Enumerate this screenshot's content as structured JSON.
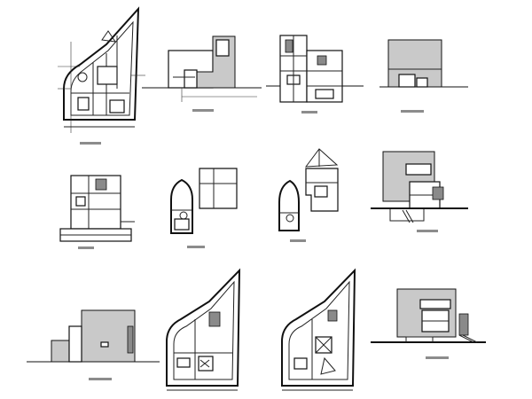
{
  "sheet": {
    "drawings": [
      {
        "id": "plan-level-3",
        "kind": "plan"
      },
      {
        "id": "elevation-1",
        "kind": "elevation"
      },
      {
        "id": "section-1",
        "kind": "section"
      },
      {
        "id": "elevation-2",
        "kind": "elevation"
      },
      {
        "id": "section-2",
        "kind": "section"
      },
      {
        "id": "plan-level-1",
        "kind": "plan"
      },
      {
        "id": "plan-level-2",
        "kind": "plan"
      },
      {
        "id": "perspective-1",
        "kind": "perspective"
      },
      {
        "id": "elevation-3",
        "kind": "elevation"
      },
      {
        "id": "plan-level-4",
        "kind": "plan"
      },
      {
        "id": "plan-level-5",
        "kind": "plan"
      },
      {
        "id": "perspective-2",
        "kind": "perspective"
      }
    ],
    "colors": {
      "line": "#111111",
      "fill_mass": "#c9c9c9",
      "scale_bar": "#8c8c8c"
    }
  }
}
